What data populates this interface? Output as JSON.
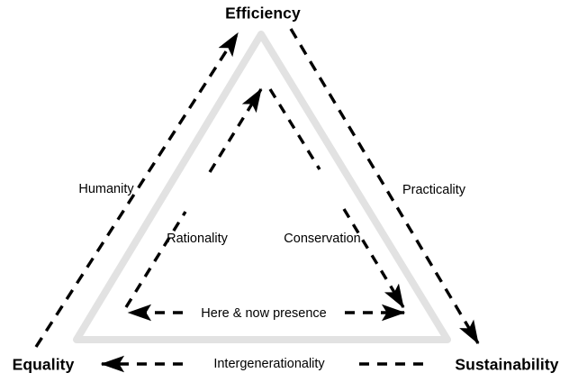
{
  "diagram": {
    "type": "triangle-relationship-diagram",
    "colors": {
      "triangle_fill_outline": "#e2e2e2",
      "arrow_color": "#000000",
      "background": "#ffffff",
      "text": "#000000"
    },
    "vertices": [
      {
        "id": "efficiency",
        "label": "Efficiency",
        "position": "top"
      },
      {
        "id": "equality",
        "label": "Equality",
        "position": "bottom-left"
      },
      {
        "id": "sustainability",
        "label": "Sustainability",
        "position": "bottom-right"
      }
    ],
    "outer_arrows": [
      {
        "id": "humanity",
        "label": "Humanity",
        "from": "equality",
        "to": "efficiency",
        "direction": "up-right",
        "style": "dashed"
      },
      {
        "id": "practicality",
        "label": "Practicality",
        "from": "efficiency",
        "to": "sustainability",
        "direction": "down-right",
        "style": "dashed"
      },
      {
        "id": "intergenerationality",
        "label": "Intergenerationality",
        "from": "sustainability",
        "to": "equality",
        "direction": "left",
        "style": "dashed"
      }
    ],
    "inner_arrows": [
      {
        "id": "rationality",
        "label": "Rationality",
        "direction": "up-right",
        "style": "dashed"
      },
      {
        "id": "conservation",
        "label": "Conservation",
        "direction": "down-right",
        "style": "dashed"
      },
      {
        "id": "here-and-now-presence",
        "label": "Here & now presence",
        "direction": "both",
        "style": "dashed"
      }
    ]
  }
}
